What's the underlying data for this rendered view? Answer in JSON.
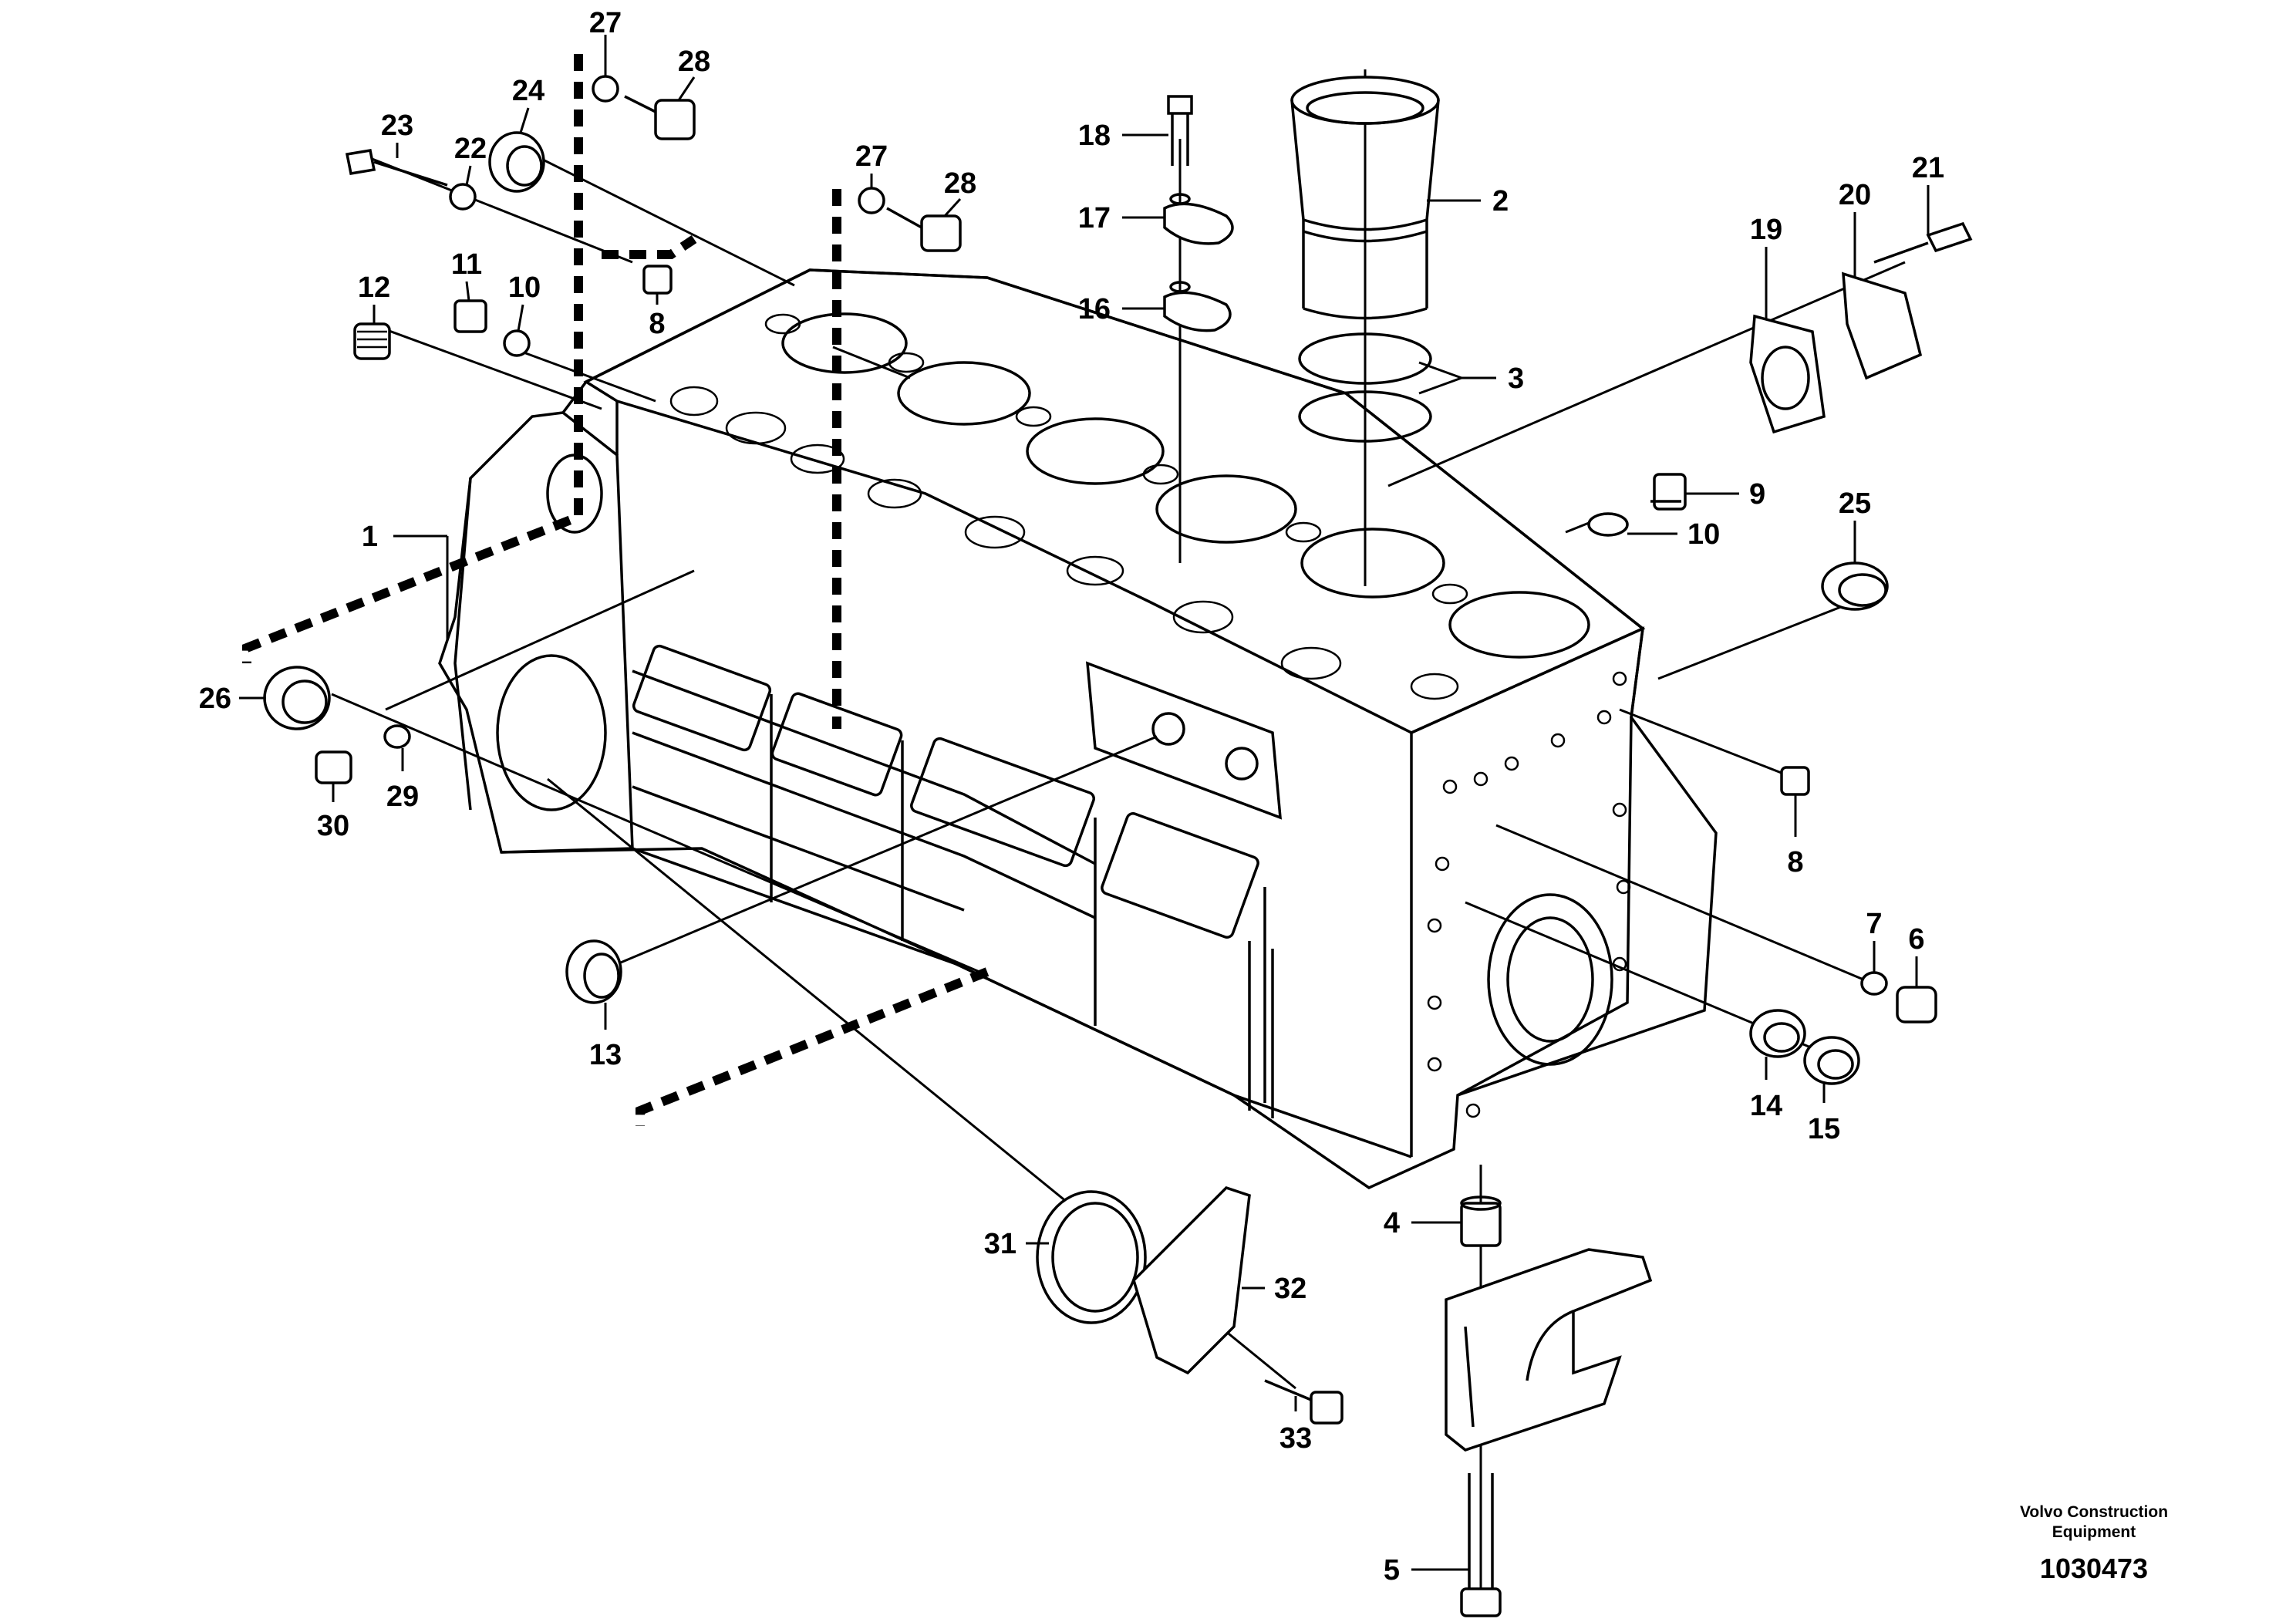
{
  "diagram": {
    "callouts": [
      "1",
      "2",
      "3",
      "4",
      "5",
      "6",
      "7",
      "8",
      "8",
      "9",
      "10",
      "10",
      "11",
      "12",
      "13",
      "14",
      "15",
      "16",
      "17",
      "18",
      "19",
      "20",
      "21",
      "22",
      "23",
      "24",
      "25",
      "26",
      "27",
      "27",
      "28",
      "28",
      "29",
      "30",
      "31",
      "32",
      "33"
    ]
  },
  "footer": {
    "brand_line1": "Volvo Construction",
    "brand_line2": "Equipment",
    "drawing_number": "1030473"
  }
}
